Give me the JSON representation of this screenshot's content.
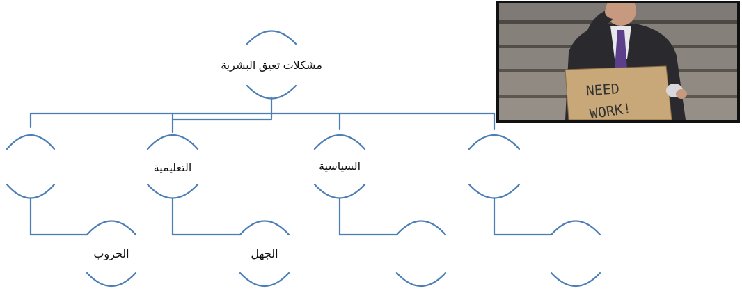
{
  "diagram": {
    "root": {
      "label": "مشكلات تعيق البشرية"
    },
    "categories": [
      {
        "label": ""
      },
      {
        "label": "التعليمية"
      },
      {
        "label": "السياسية"
      },
      {
        "label": ""
      }
    ],
    "leaves": [
      {
        "label": "الحروب"
      },
      {
        "label": "الجهل"
      },
      {
        "label": ""
      },
      {
        "label": ""
      }
    ]
  },
  "photo": {
    "description": "man sitting on steps holding cardboard sign",
    "sign_text_line1": "NEED",
    "sign_text_line2": "WORK!"
  },
  "colors": {
    "connector": "#4a7eb5"
  }
}
